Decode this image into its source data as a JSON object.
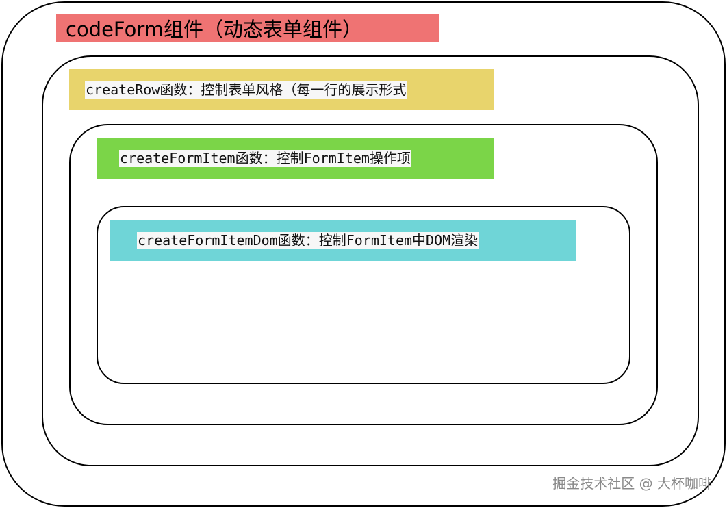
{
  "colors": {
    "level1": "#ef7373",
    "level2": "#e8d46c",
    "level3": "#7bd548",
    "level4": "#6fd5d7",
    "border": "#000000",
    "watermark": "#8a8a8a"
  },
  "levels": [
    {
      "label": "codeForm组件（动态表单组件）"
    },
    {
      "label": "createRow函数：控制表单风格（每一行的展示形式"
    },
    {
      "label": "createFormItem函数：控制FormItem操作项"
    },
    {
      "label": "createFormItemDom函数：控制FormItem中DOM渲染"
    }
  ],
  "watermark": "掘金技术社区 @ 大杯咖啡"
}
